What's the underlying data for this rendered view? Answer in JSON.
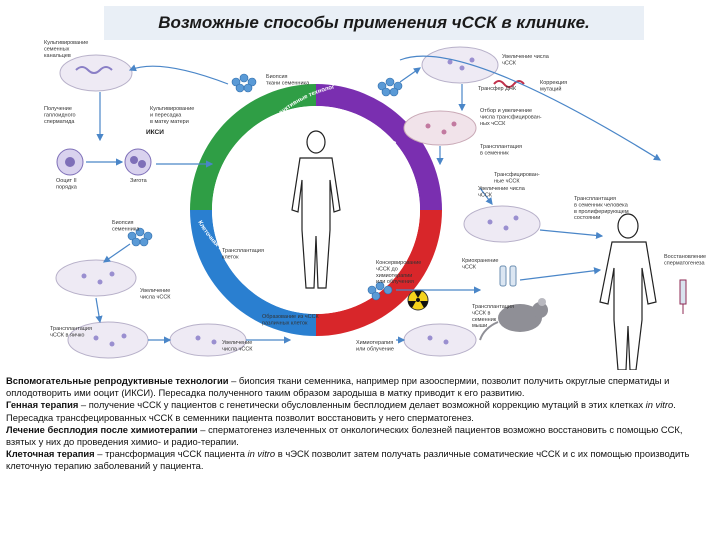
{
  "title": "Возможные способы применения чССК в клинике.",
  "diagram": {
    "ring_labels": {
      "art": "Вспомогательные репродуктивные технологии",
      "gene": "Генная терапия",
      "cell": "Клеточная терапия",
      "chemo": "Лечение бесплодия после химиотерапии"
    },
    "labels": {
      "l1": "Культивирование\nсеменных\nканальцев",
      "l2": "Получение\nгаплоидного\nсперматида",
      "l3": "Культивирование\nи пересадка\nв матку матери",
      "l4": "ИКСИ",
      "l5": "Ооцит II\nпорядка",
      "l6": "Зигота",
      "l7": "Биопсия\nткани семенника",
      "l8": "Увеличение числа\nчССК",
      "l9": "Трансфер ДНК",
      "l10": "Коррекция\nмутаций",
      "l11": "Отбор и увеличение\nчисла трансфицирован-\nных чССК",
      "l12": "Трансплантация\nв семенник",
      "l13": "Трансфицирован-\nные чССК",
      "l14": "Увеличение числа\nчССК",
      "l15": "Трансплантация\nв семенник человека\nв пролиферирующем\nсостоянии",
      "l16": "Восстановление\nсперматогенеза",
      "l17": "Биопсия\nсеменника",
      "l18": "Трансплантация\nклеток",
      "l19": "Увеличение\nчисла чССК",
      "l20": "Криохранение\nчССК",
      "l21": "Консервирование\nчССК до\nхимиотерапии\nили облучения",
      "l22": "Трансплантация\nчССК в\nсеменник\nмыши",
      "l23": "Трансплантация\nчССК в яичко",
      "l24": "Образование из чССК\nразличных клеток",
      "l25": "Химиотерапия\nили облучение",
      "l26": "Увеличение\nчисла чССК"
    }
  },
  "caption": {
    "p1_bold": "Вспомогательные репродуктивные технологии",
    "p1_text": " – биопсия ткани семенника, например при азооспермии, позволит получить округлые сперматиды и оплодотворить ими ооцит (ИКСИ). Пересадка полученного таким образом зародыша в матку приводит к его развитию.",
    "p2_bold": "Генная терапия",
    "p2_text_a": " – получение чССК у пациентов с генетически обусловленным бесплодием делает возможной коррекцию мутаций в этих клетках ",
    "p2_italic": "in vitro",
    "p2_text_b": ". Пересадка трансфецированных чССК в семенники пациента позволит восстановить у него сперматогенез.",
    "p3_bold": "Лечение бесплодия после химиотерапии",
    "p3_text": " – сперматогенез излеченных от онкологических болезней пациентов возможно восстановить с помощью ССК, взятых у них до проведения химио- и радио-терапии.",
    "p4_bold": "Клеточная терапия",
    "p4_text_a": " – трансформация чССК пациента ",
    "p4_italic": "in vitro",
    "p4_text_b": " в чЭСК позволит затем получать различные соматические чССК и с их помощью производить клеточную терапию заболеваний у пациента."
  },
  "colors": {
    "ring_art": "#2f9e45",
    "ring_gene": "#7a2fb0",
    "ring_cell": "#2a7fd0",
    "ring_chemo": "#d8262a",
    "dish": "#eeeaf4",
    "dish_cells": "#9a8fd0",
    "arrow": "#4a86c8",
    "title_bg": "#e9eff6"
  }
}
